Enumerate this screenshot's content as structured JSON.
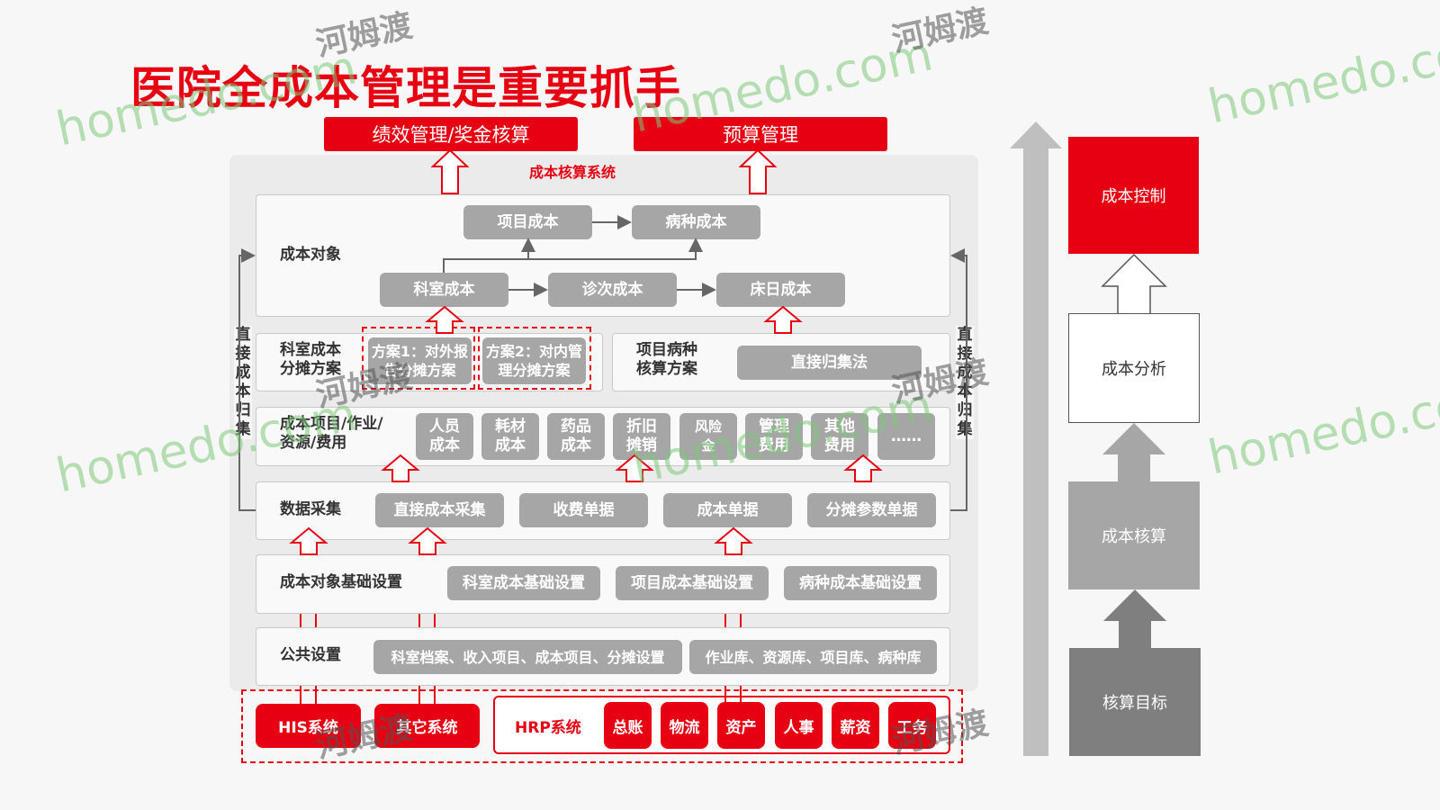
{
  "title": "医院全成本管理是重要抓手",
  "top": {
    "performance": "绩效管理/奖金核算",
    "budget": "预算管理",
    "system": "成本核算系统"
  },
  "cost_object": {
    "label": "成本对象",
    "project": "项目成本",
    "disease": "病种成本",
    "dept": "科室成本",
    "visit": "诊次成本",
    "bed": "床日成本"
  },
  "allocation": {
    "label": "科室成本分摊方案",
    "plan1": "方案1：对外报告分摊方案",
    "plan2": "方案2：对内管理分摊方案",
    "proj_label": "项目病种核算方案",
    "direct": "直接归集法"
  },
  "cost_items": {
    "label": "成本项目/作业/资源/费用",
    "items": [
      "人员成本",
      "耗材成本",
      "药品成本",
      "折旧摊销",
      "风险金",
      "管理费用",
      "其他费用",
      "……"
    ]
  },
  "data_collect": {
    "label": "数据采集",
    "items": [
      "直接成本采集",
      "收费单据",
      "成本单据",
      "分摊参数单据"
    ]
  },
  "base_setting": {
    "label": "成本对象基础设置",
    "items": [
      "科室成本基础设置",
      "项目成本基础设置",
      "病种成本基础设置"
    ]
  },
  "public_setting": {
    "label": "公共设置",
    "items": [
      "科室档案、收入项目、成本项目、分摊设置",
      "作业库、资源库、项目库、病种库"
    ]
  },
  "systems": {
    "his": "HIS系统",
    "other": "其它系统",
    "hrp": "HRP系统",
    "hrp_modules": [
      "总账",
      "物流",
      "资产",
      "人事",
      "薪资",
      "工务"
    ]
  },
  "side_label": "直接成本归集",
  "right": {
    "control": "成本控制",
    "analysis": "成本分析",
    "accounting": "成本核算",
    "target": "核算目标"
  },
  "watermark": {
    "site": "homedo.com",
    "brand": "河姆渡"
  },
  "colors": {
    "red": "#e60012",
    "gray": "#a6a6a6",
    "dark": "#7f7f7f"
  }
}
